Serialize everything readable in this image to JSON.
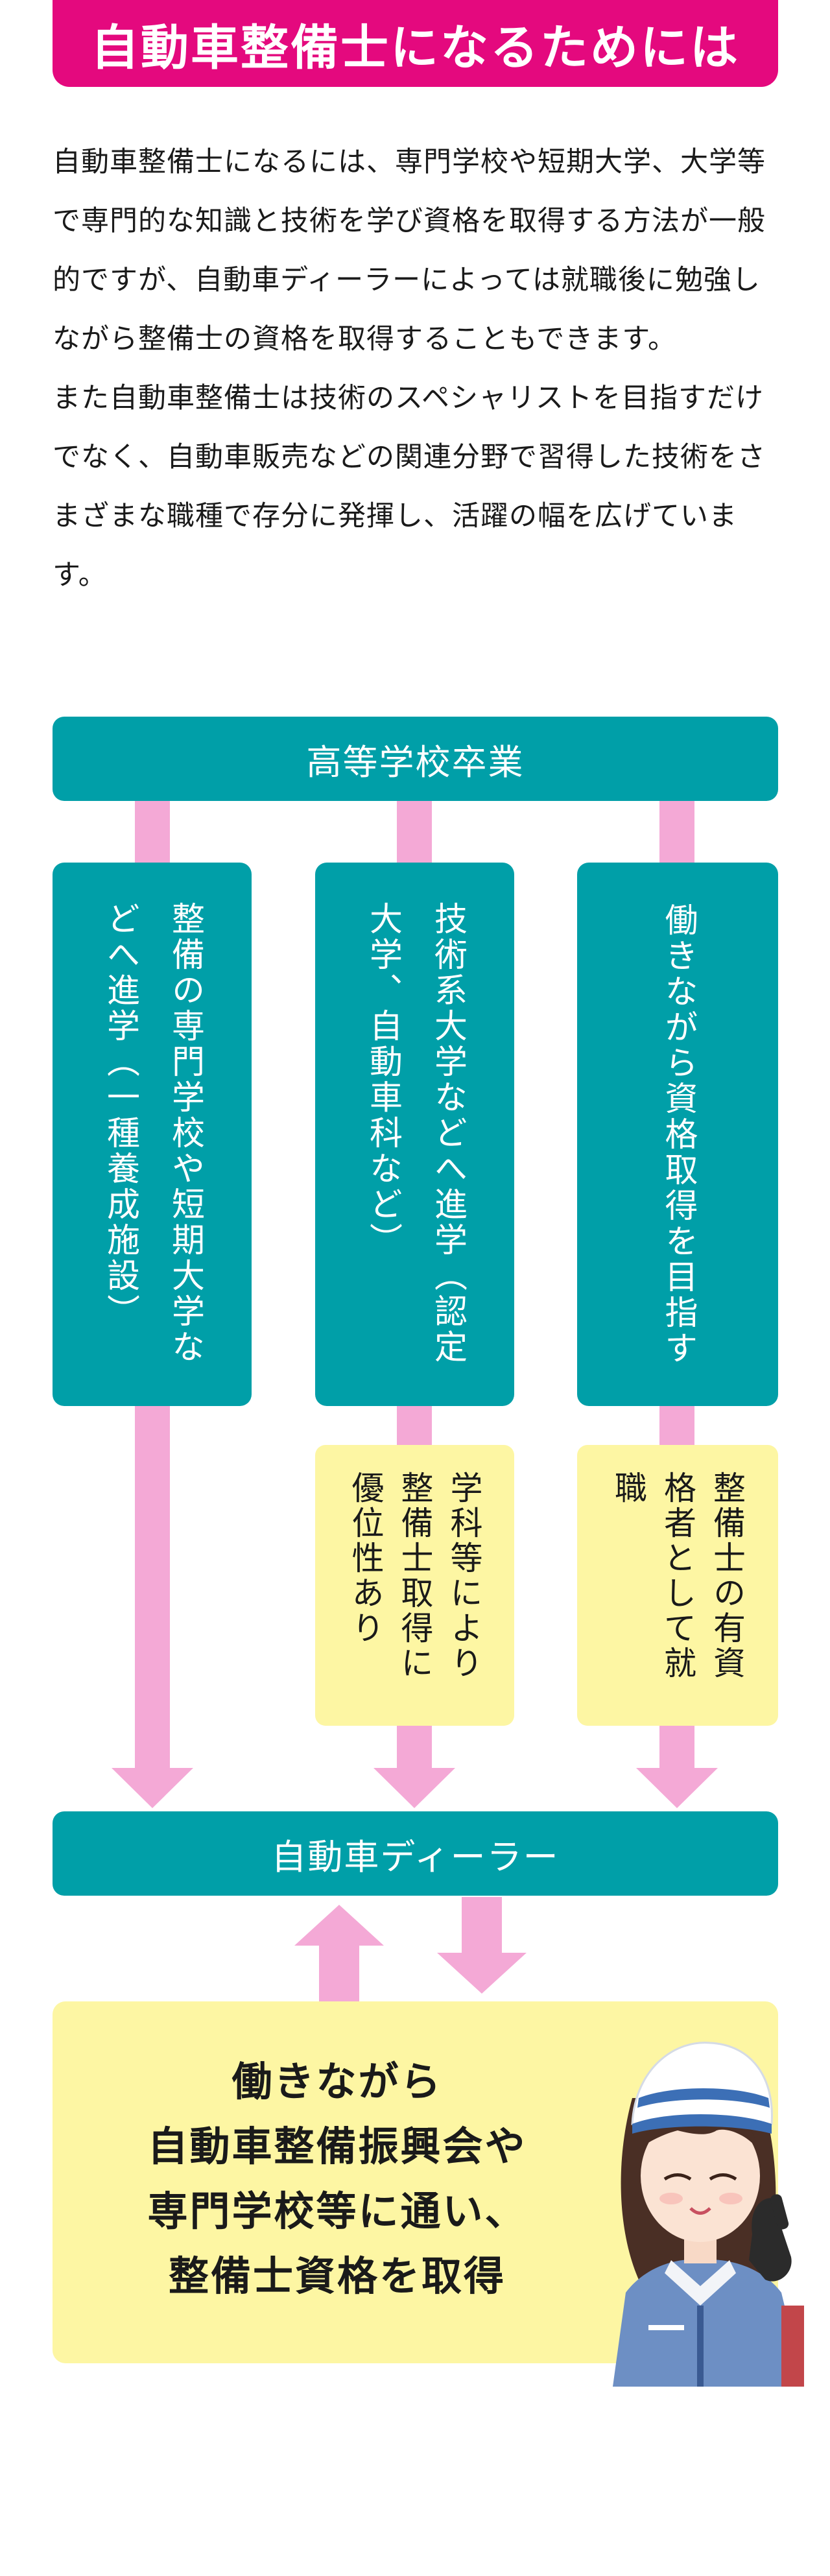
{
  "title": "自動車整備士になるためには",
  "intro": [
    "自動車整備士になるには、専門学校や短期大学、大学等で専門的な知識と技術を学び資格を取得する方法が一般的ですが、自動車ディーラーによっては就職後に勉強しながら整備士の資格を取得することもできます。",
    "また自動車整備士は技術のスペシャリストを目指すだけでなく、自動車販売などの関連分野で習得した技術をさまざまな職種で存分に発揮し、活躍の幅を広げています。"
  ],
  "flow": {
    "start": "高等学校卒業",
    "paths": [
      "整備の専門学校や短期大学などへ進学（一種養成施設）",
      "技術系大学などへ進学（認定大学、自動車科など）",
      "働きながら資格取得を目指す"
    ],
    "notes": [
      "学科等により整備士取得に優位性あり",
      "整備士の有資格者として就職"
    ],
    "dealer": "自動車ディーラー",
    "bottom_lines": [
      "働きながら",
      "自動車整備振興会や",
      "専門学校等に通い、",
      "整備士資格を取得"
    ]
  },
  "colors": {
    "banner": "#e4097e",
    "teal": "#009fa8",
    "pink": "#f4a9d6",
    "yellow": "#fdf6a3"
  }
}
